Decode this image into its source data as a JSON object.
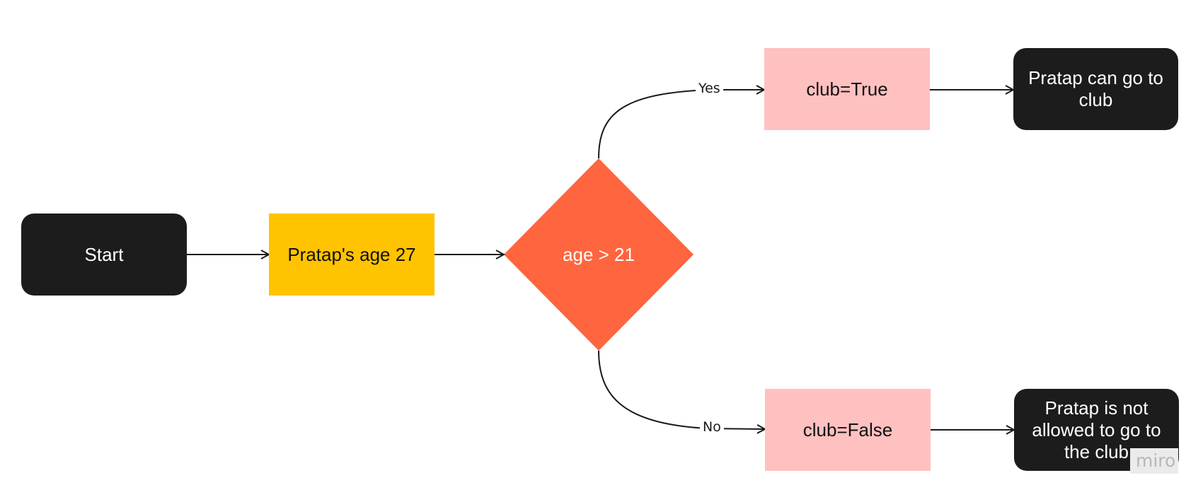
{
  "diagram": {
    "nodes": {
      "start": {
        "label": "Start"
      },
      "age_input": {
        "label": "Pratap's age 27"
      },
      "decision": {
        "label": "age > 21"
      },
      "club_true": {
        "label": "club=True"
      },
      "club_false": {
        "label": "club=False"
      },
      "result_yes": {
        "label": "Pratap can go to club"
      },
      "result_no": {
        "label": "Pratap is not allowed to go to the club"
      }
    },
    "edges": {
      "yes_label": "Yes",
      "no_label": "No"
    },
    "colors": {
      "terminal": "#1c1c1c",
      "input": "#ffc300",
      "decision": "#ff653e",
      "assignment": "#ffc0c0",
      "connector": "#1a1a1a"
    }
  },
  "watermark": {
    "text": "miro"
  }
}
